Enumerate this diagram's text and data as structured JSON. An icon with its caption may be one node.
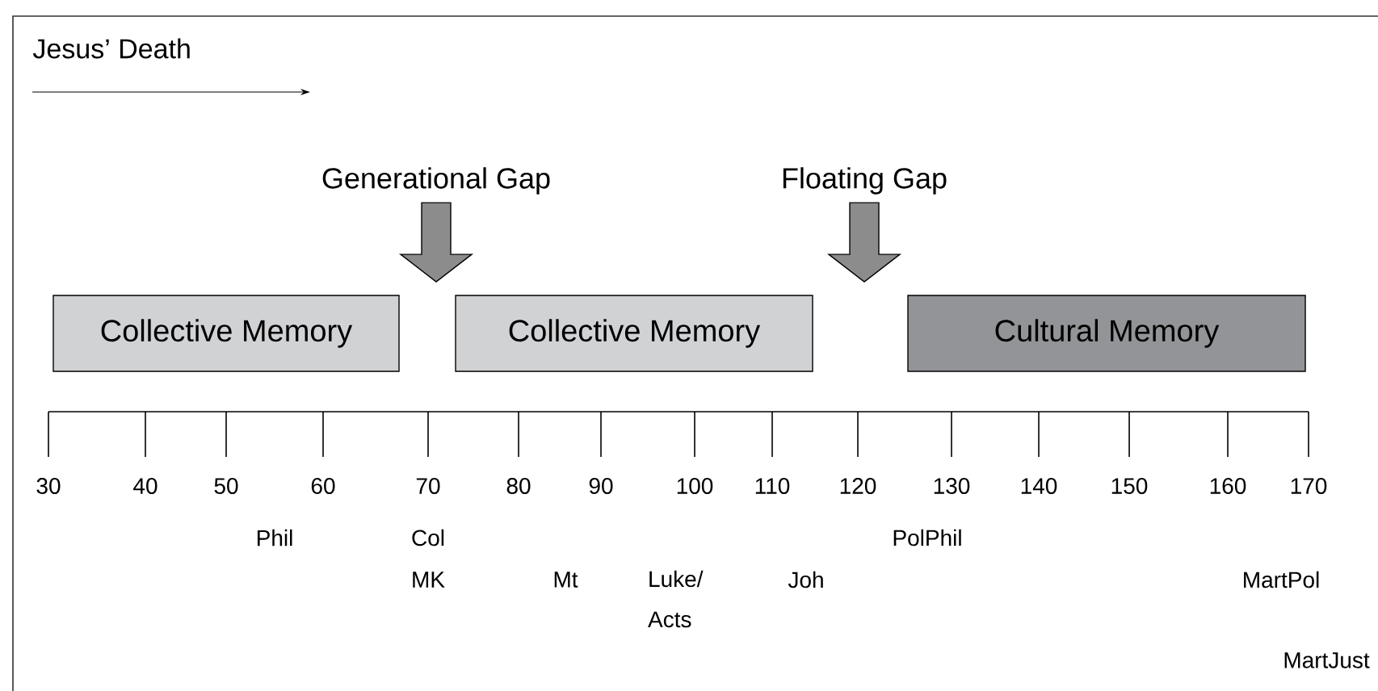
{
  "diagram": {
    "nodes": [
      {
        "text": [
          "Collective Memory"
        ]
      },
      {
        "text": [
          "Collective Memory"
        ]
      },
      {
        "text": [
          "Cultural Memory"
        ]
      },
      {
        "text": [
          "Generational Gap"
        ]
      },
      {
        "text": [
          "Floating Gap"
        ]
      }
    ],
    "edges": [
      {
        "from": 3,
        "to": null,
        "arrow": "to",
        "style": "thick",
        "color": "#8c8c8c"
      },
      {
        "from": 4,
        "to": null,
        "arrow": "to",
        "style": "thick",
        "color": "#8c8c8c"
      }
    ],
    "labels": [
      "Jesus’ Death",
      "30",
      "40",
      "50",
      "60",
      "70",
      "80",
      "90",
      "100",
      "110",
      "120",
      "130",
      "140",
      "150",
      "160",
      "170",
      "Phil",
      "Col",
      "PolPhil",
      "MK",
      "Mt",
      "Luke/ Acts",
      "Joh",
      "MartPol",
      "MartJust"
    ]
  }
}
